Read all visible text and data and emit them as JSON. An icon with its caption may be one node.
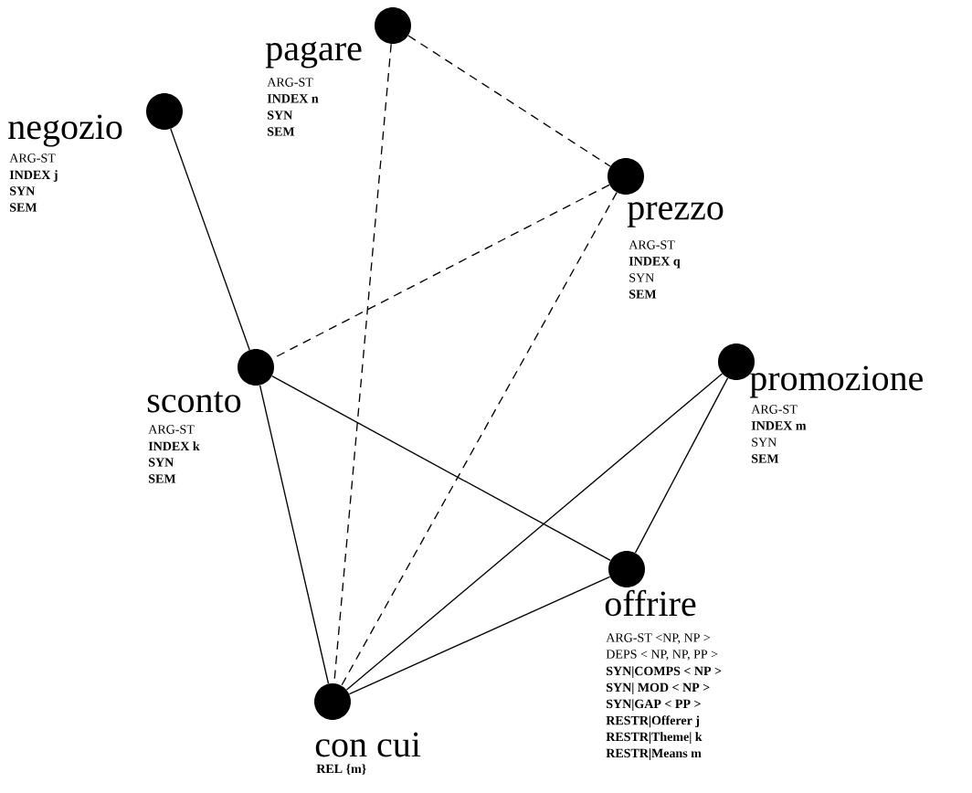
{
  "diagram": {
    "nodes": [
      {
        "text": [
          "pagare"
        ],
        "beside": [
          "ARG-ST",
          "**INDEX  n**",
          "**SYN**",
          "**SEM**"
        ]
      },
      {
        "text": [
          "negozio"
        ],
        "beside": [
          "ARG-ST",
          "**INDEX  j**",
          "**SYN**",
          "**SEM**"
        ]
      },
      {
        "text": [
          "prezzo"
        ],
        "beside": [
          "ARG-ST",
          "**INDEX  q**",
          "SYN",
          "**SEM**"
        ]
      },
      {
        "text": [
          "sconto"
        ],
        "beside": [
          "ARG-ST",
          "**INDEX  k**",
          "**SYN**",
          "**SEM**"
        ]
      },
      {
        "text": [
          "promozione"
        ],
        "beside": [
          "ARG-ST",
          "**INDEX  m**",
          "SYN",
          "**SEM**"
        ]
      },
      {
        "text": [
          "offrire"
        ],
        "beside": [
          "ARG-ST <NP, NP >",
          "DEPS < NP, NP, PP >",
          "**SYN|COMPS < NP >**",
          "**SYN| MOD < NP >**",
          "**SYN|GAP < PP >**",
          "**RESTR|Offerer  j**",
          "**RESTR|Theme|  k**",
          "**RESTR|Means  m**"
        ]
      },
      {
        "text": [
          "con cui"
        ],
        "beside": [
          "**REL {m}**"
        ]
      }
    ],
    "edges": [
      {
        "from": 0,
        "to": 2,
        "arrow": "none",
        "style": "dashed"
      },
      {
        "from": 0,
        "to": 6,
        "arrow": "none",
        "style": "dashed"
      },
      {
        "from": 1,
        "to": 3,
        "arrow": "none"
      },
      {
        "from": 2,
        "to": 3,
        "arrow": "none",
        "style": "dashed"
      },
      {
        "from": 2,
        "to": 6,
        "arrow": "none",
        "style": "dashed"
      },
      {
        "from": 3,
        "to": 5,
        "arrow": "none"
      },
      {
        "from": 3,
        "to": 6,
        "arrow": "none"
      },
      {
        "from": 4,
        "to": 5,
        "arrow": "none"
      },
      {
        "from": 4,
        "to": 6,
        "arrow": "none"
      },
      {
        "from": 5,
        "to": 6,
        "arrow": "none"
      }
    ]
  }
}
